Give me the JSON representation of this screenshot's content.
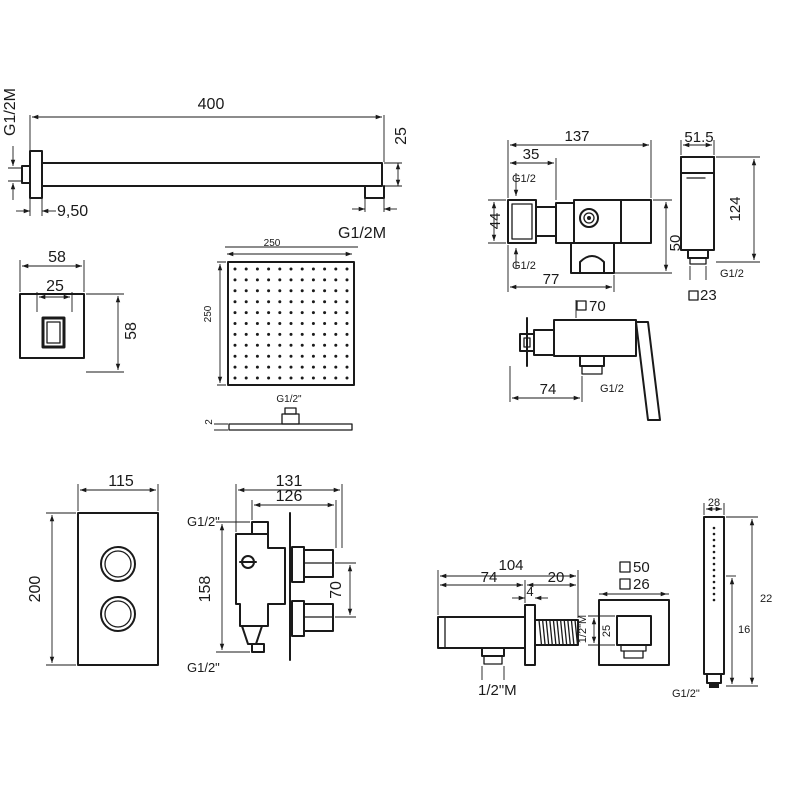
{
  "shower_arm": {
    "length": "400",
    "height": "25",
    "thread_left": "G1/2M",
    "thread_right": "G1/2M",
    "offset": "9,50"
  },
  "wall_flange": {
    "width": "58",
    "inner_width": "25",
    "height": "58"
  },
  "shower_head": {
    "width": "250",
    "height": "250",
    "thickness": "2",
    "thread": "G1/2\""
  },
  "bidet_valve": {
    "total_length": "137",
    "inlet_length": "35",
    "thread_top": "G1/2",
    "thread_bottom": "G1/2",
    "height": "44",
    "body_length": "77",
    "body_height": "50",
    "spray_width": "51.5",
    "spray_height": "124",
    "spray_thread": "G1/2",
    "spray_square": "23",
    "rosette_square": "70",
    "outlet_length": "74",
    "outlet_thread": "G1/2"
  },
  "thermostat_plate": {
    "width": "115",
    "height": "200"
  },
  "concealed_body": {
    "total_depth": "131",
    "plaster_depth": "126",
    "thread_top": "G1/2\"",
    "thread_bottom": "G1/2\"",
    "height": "158",
    "spacing": "70"
  },
  "wall_outlet": {
    "total_length": "104",
    "body_length": "74",
    "thread_length": "20",
    "wall_thickness": "4",
    "outlet_thread": "1/2\"M",
    "square_outer": "50",
    "square_inner": "26",
    "inner_height": "25",
    "side_thread": "1/2\"M"
  },
  "hand_shower": {
    "width": "28",
    "total_length": "22",
    "body_length": "16",
    "thread": "G1/2\""
  }
}
